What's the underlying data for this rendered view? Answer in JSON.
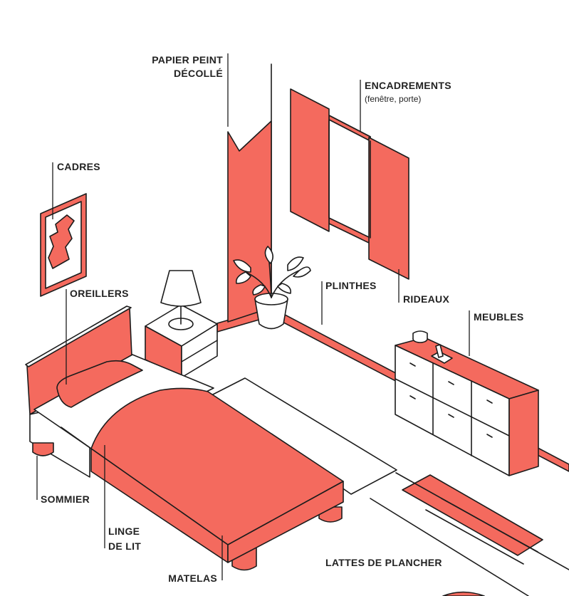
{
  "colors": {
    "accent": "#f46a5e",
    "ink": "#1c1c1c",
    "background": "#ffffff"
  },
  "labels": {
    "papier_peint_1": "PAPIER PEINT",
    "papier_peint_2": "DÉCOLLÉ",
    "encadrements": "ENCADREMENTS",
    "encadrements_sub": "(fenêtre, porte)",
    "cadres": "CADRES",
    "oreillers": "OREILLERS",
    "plinthes": "PLINTHES",
    "rideaux": "RIDEAUX",
    "meubles": "MEUBLES",
    "sommier": "SOMMIER",
    "linge_1": "LINGE",
    "linge_2": "DE LIT",
    "matelas": "MATELAS",
    "lattes": "LATTES DE PLANCHER"
  }
}
